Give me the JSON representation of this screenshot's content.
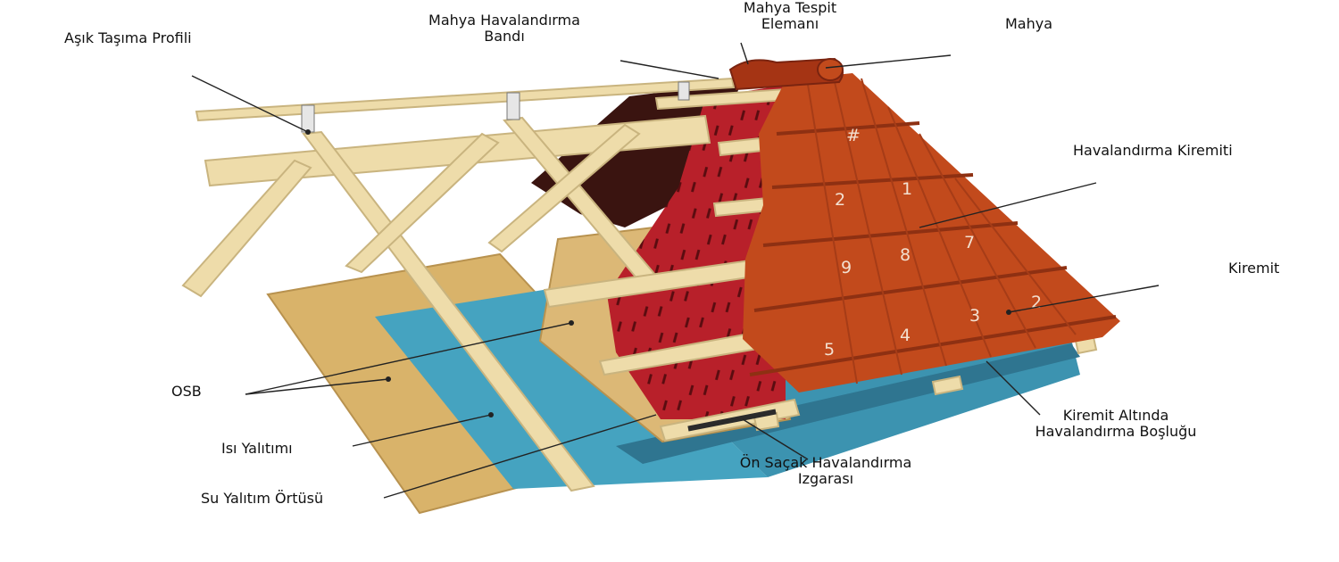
{
  "labels": {
    "asik_tasima_profili": "Aşık Taşıma Profili",
    "mahya_havalandirma_bandi": [
      "Mahya Havalandırma",
      "Bandı"
    ],
    "mahya_tespit_elemani": [
      "Mahya Tespit",
      "Elemanı"
    ],
    "mahya": "Mahya",
    "havalandirma_kiremiti": "Havalandırma Kiremiti",
    "kiremit": "Kiremit",
    "osb": "OSB",
    "isi_yalitimi": "Isı Yalıtımı",
    "su_yalitim_ortusu": "Su Yalıtım Örtüsü",
    "on_sacak_havalandirma_izgarasi": [
      "Ön Saçak Havalandırma",
      "Izgarası"
    ],
    "kiremit_altinda_havalandirma_boslugu": [
      "Kiremit Altında",
      "Havalandırma Boşluğu"
    ]
  },
  "tile_numbers": [
    "5",
    "4",
    "3",
    "2",
    "9",
    "8",
    "7",
    "2",
    "1",
    "#"
  ],
  "colors": {
    "timber": "#eedcaa",
    "timber_edge": "#c9b47f",
    "osb": "#d9b36a",
    "insulation": "#45a3c0",
    "membrane": "#b8202a",
    "tile": "#c24a1c",
    "tile_dark": "#9b3614",
    "dark_board": "#3a1410"
  }
}
